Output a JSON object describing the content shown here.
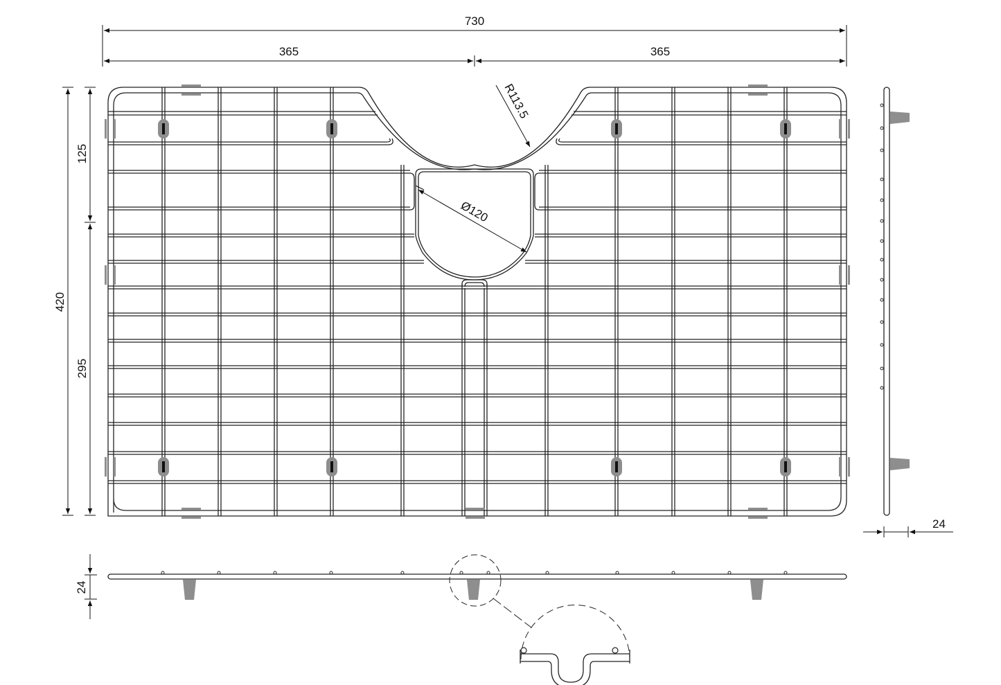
{
  "drawing": {
    "title": "Sink bottom grid — technical drawing",
    "colors": {
      "line": "#222222",
      "clip": "#8e8e8e",
      "background": "#ffffff"
    },
    "dimensions": {
      "overall_width": "730",
      "half_width_left": "365",
      "half_width_right": "365",
      "overall_height": "420",
      "upper_height": "125",
      "lower_height": "295",
      "radius_cutout": "R113.5",
      "drain_diameter": "Ø120",
      "side_height": "24",
      "front_height": "24"
    },
    "views": {
      "top_view": "plan view of wire grid with semicircular cut-out and drain opening",
      "side_view": "right-side profile with 2 rubber feet",
      "front_view": "front profile with 3 rubber feet",
      "detail_view": "magnified U-bend detail"
    }
  }
}
